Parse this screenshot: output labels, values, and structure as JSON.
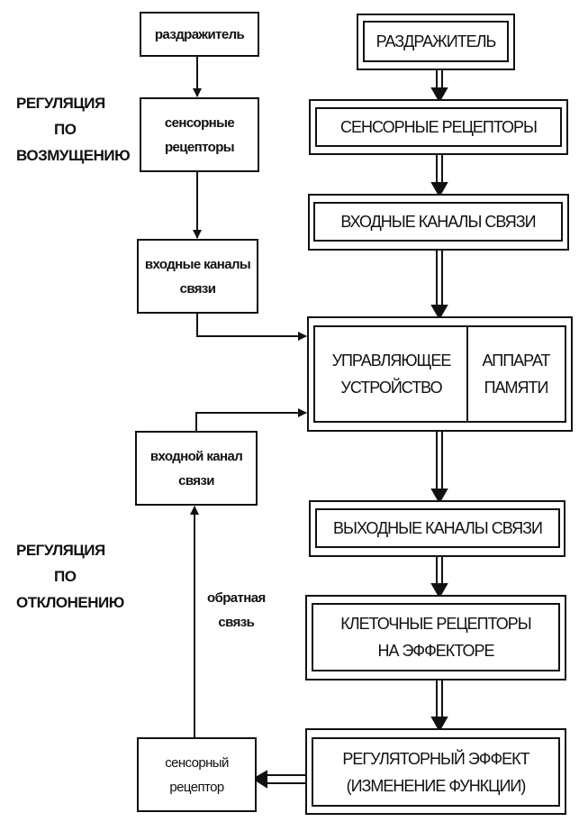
{
  "left_column": {
    "stimulus": "раздражитель",
    "sensory_receptors": [
      "сенсорные",
      "рецепторы"
    ],
    "input_channels": [
      "входные каналы",
      "связи"
    ],
    "input_channel": [
      "входной канал",
      "связи"
    ],
    "sensory_receptor": [
      "сенсорный",
      "рецептор"
    ]
  },
  "right_column": {
    "stimulus": "РАЗДРАЖИТЕЛЬ",
    "sensory_receptors": "СЕНСОРНЫЕ РЕЦЕПТОРЫ",
    "input_channels": "ВХОДНЫЕ КАНАЛЫ СВЯЗИ",
    "control_device": [
      "УПРАВЛЯЮЩЕЕ",
      "УСТРОЙСТВО"
    ],
    "memory": [
      "АППАРАТ",
      "ПАМЯТИ"
    ],
    "output_channels": "ВЫХОДНЫЕ КАНАЛЫ СВЯЗИ",
    "cell_receptors": [
      "КЛЕТОЧНЫЕ РЕЦЕПТОРЫ",
      "НА ЭФФЕКТОРЕ"
    ],
    "regulatory_effect": [
      "РЕГУЛЯТОРНЫЙ ЭФФЕКТ",
      "(ИЗМЕНЕНИЕ ФУНКЦИИ)"
    ]
  },
  "labels": {
    "disturbance": [
      "РЕГУЛЯЦИЯ",
      "ПО",
      "ВОЗМУЩЕНИЮ"
    ],
    "deviation": [
      "РЕГУЛЯЦИЯ",
      "ПО",
      "ОТКЛОНЕНИЮ"
    ],
    "feedback": [
      "обратная",
      "связь"
    ]
  }
}
